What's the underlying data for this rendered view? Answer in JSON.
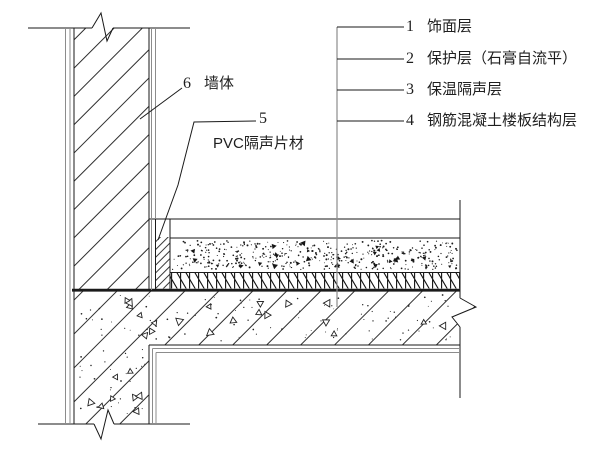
{
  "figure": {
    "kind": "wall-floor junction construction detail (floating floor sound insulation)"
  },
  "callouts": {
    "floor_layers": [
      {
        "num": "1",
        "label": "饰面层"
      },
      {
        "num": "2",
        "label": "保护层（石膏自流平）"
      },
      {
        "num": "3",
        "label": "保温隔声层"
      },
      {
        "num": "4",
        "label": "钢筋混凝土楼板结构层"
      }
    ],
    "pvc": {
      "num": "5",
      "label": "PVC隔声片材"
    },
    "wall": {
      "num": "6",
      "label": "墙体"
    }
  },
  "colors": {
    "line": "#1a1a1a",
    "finish_line": "#8c8c8c",
    "leader_gray": "#8c8c8c",
    "hatch": "#2e2e2e",
    "background": "#ffffff"
  }
}
